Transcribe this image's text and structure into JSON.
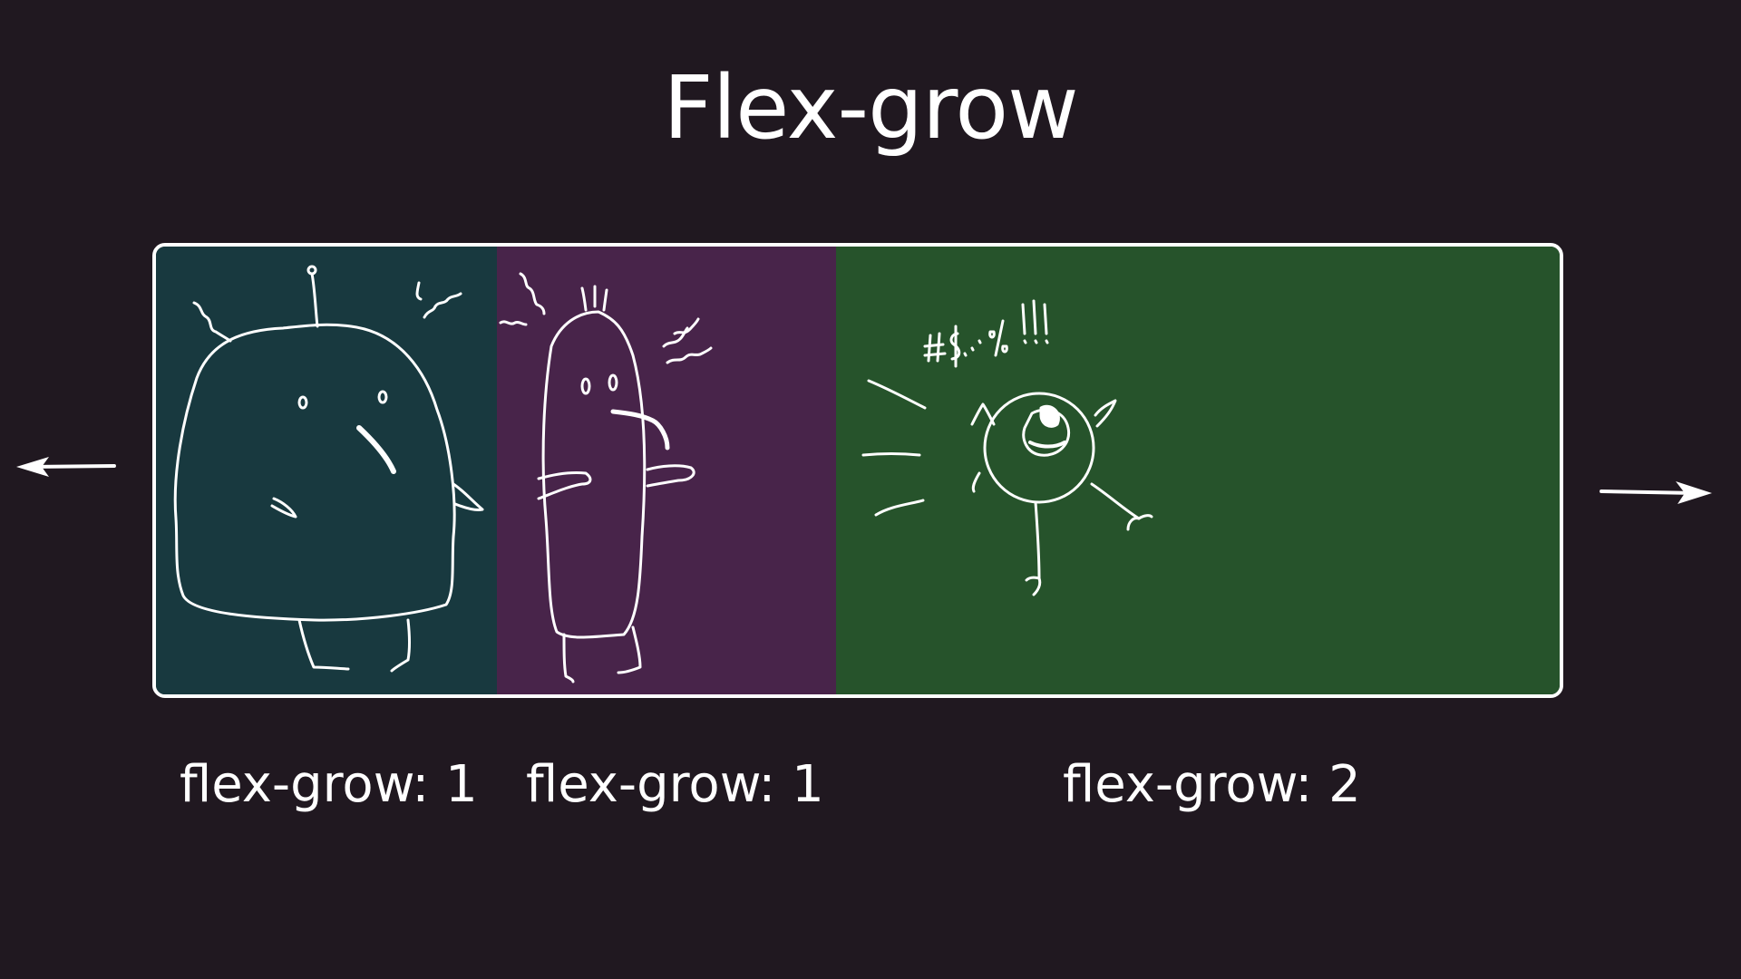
{
  "title": "Flex-grow",
  "panels": [
    {
      "label": "flex-grow: 1",
      "color": "#18393f",
      "drawing": "round-blob-creature"
    },
    {
      "label": "flex-grow: 1",
      "color": "#48244a",
      "drawing": "tall-capsule-creature"
    },
    {
      "label": "flex-grow: 2",
      "color": "#26532b",
      "drawing": "one-eyed-creature",
      "scribble": "#$..% !!!"
    }
  ],
  "icons": {
    "left": "arrow-left-icon",
    "right": "arrow-right-icon"
  },
  "colors": {
    "background": "#201820",
    "stroke": "#ffffff"
  }
}
